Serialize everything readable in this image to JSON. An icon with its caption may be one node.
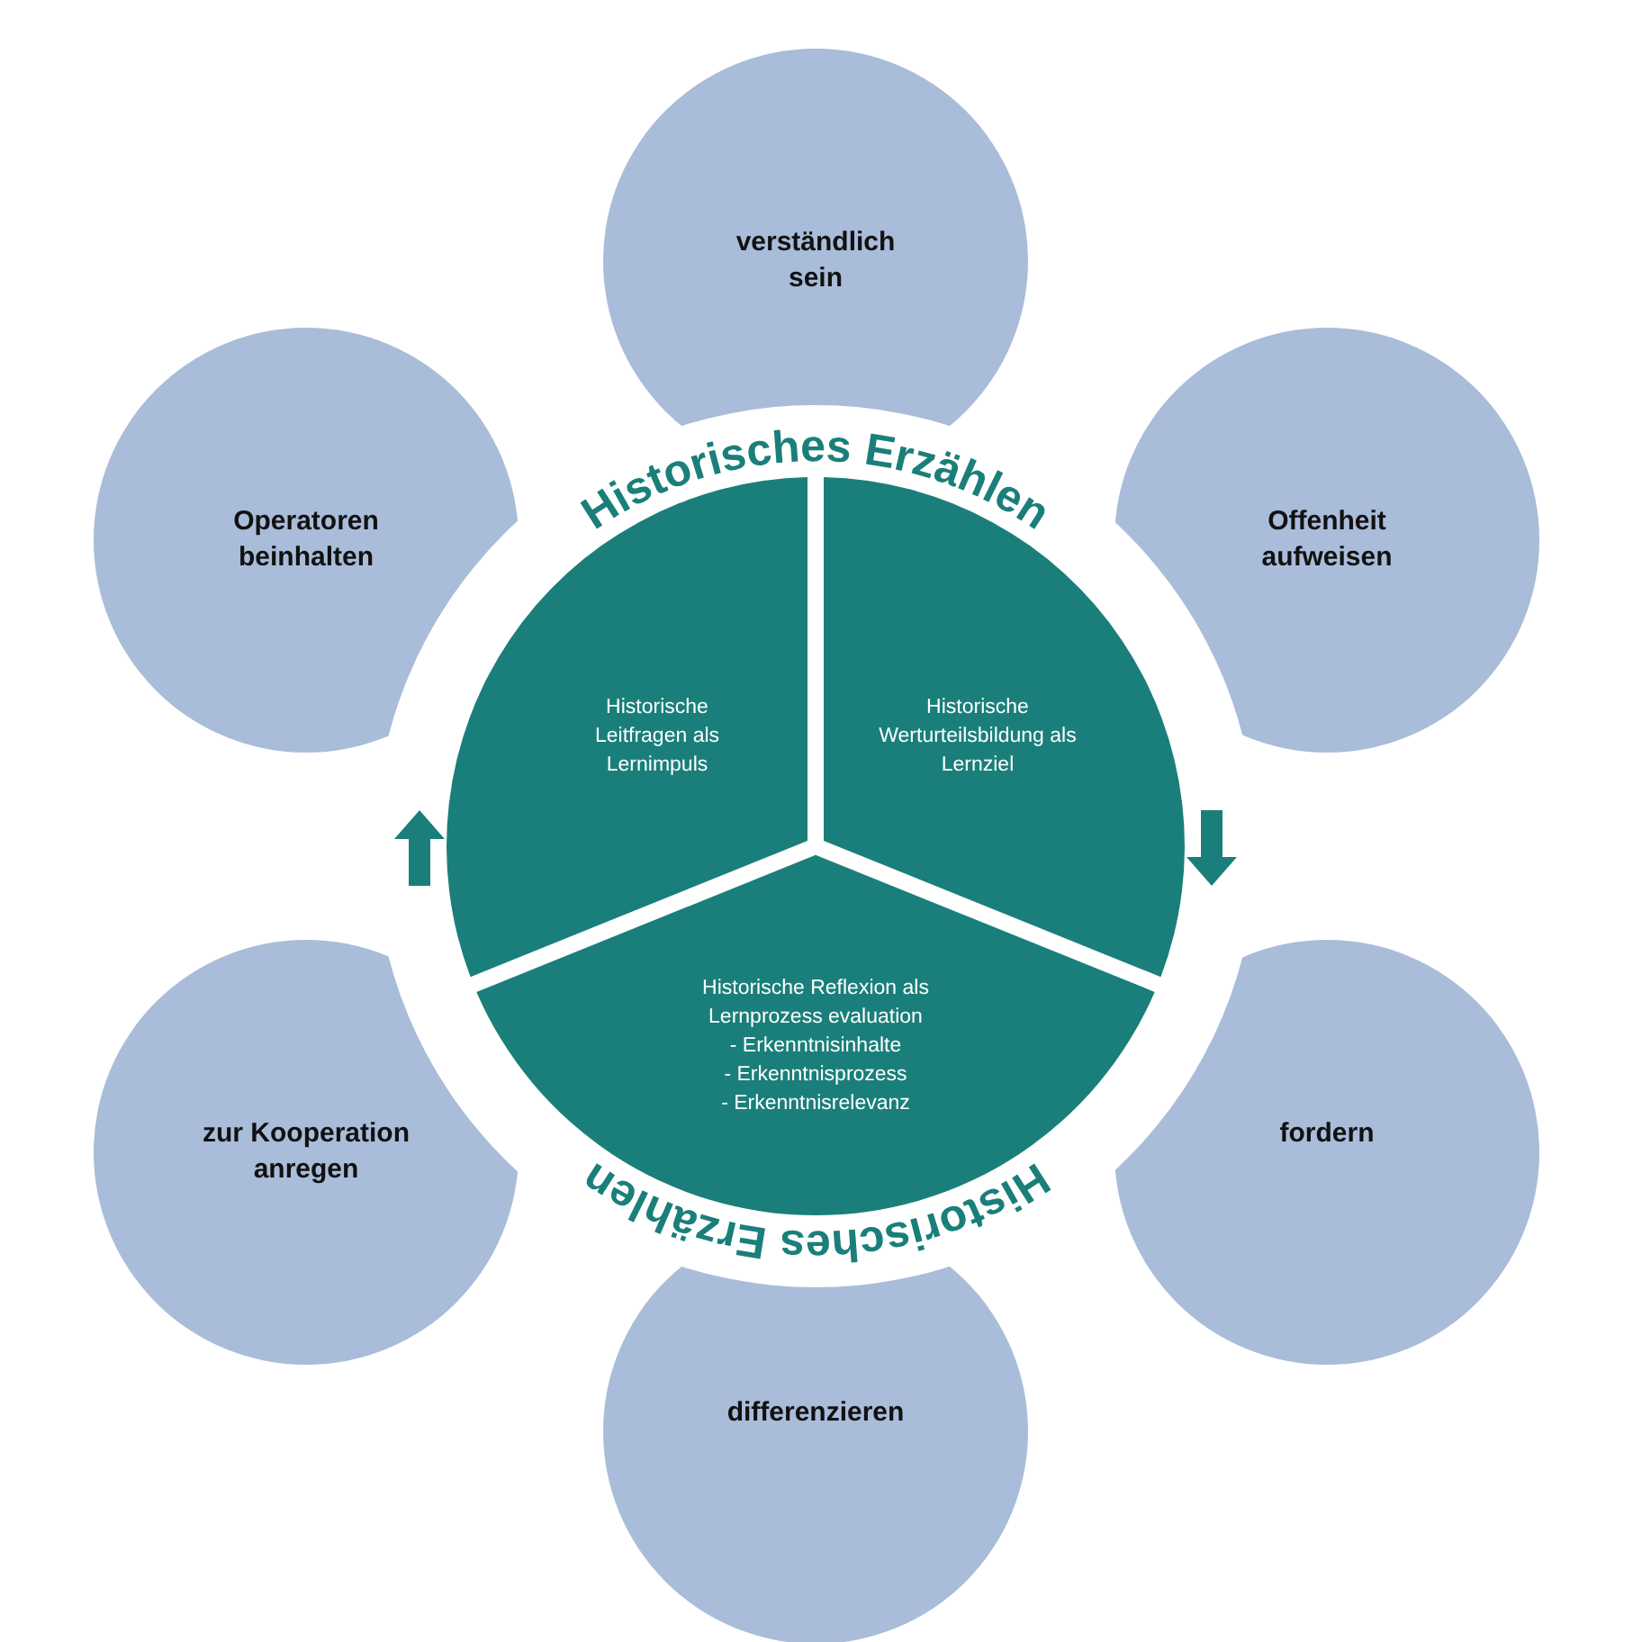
{
  "diagram": {
    "nodes": [
      {
        "text": [
          "verständlich sein"
        ]
      },
      {
        "text": [
          "Operatoren beinhalten"
        ]
      },
      {
        "text": [
          "Offenheit aufweisen"
        ]
      },
      {
        "text": [
          "Historische Leitfragen als Lernimpuls"
        ]
      },
      {
        "text": [
          "Historische Werturteilsbildung als Lernziel"
        ]
      },
      {
        "text": [
          "zur Kooperation anregen"
        ]
      },
      {
        "text": [
          "fordern"
        ]
      },
      {
        "text": [
          "Historische Reflexion als Lernprozess evaluation",
          "- Erkenntnisinhalte",
          "- Erkenntnisprozess",
          "- Erkenntnisrelevanz"
        ]
      },
      {
        "text": [
          "differenzieren"
        ]
      }
    ],
    "labels": [
      "Historisches Erzählen",
      "Historisches Erzählen"
    ]
  }
}
